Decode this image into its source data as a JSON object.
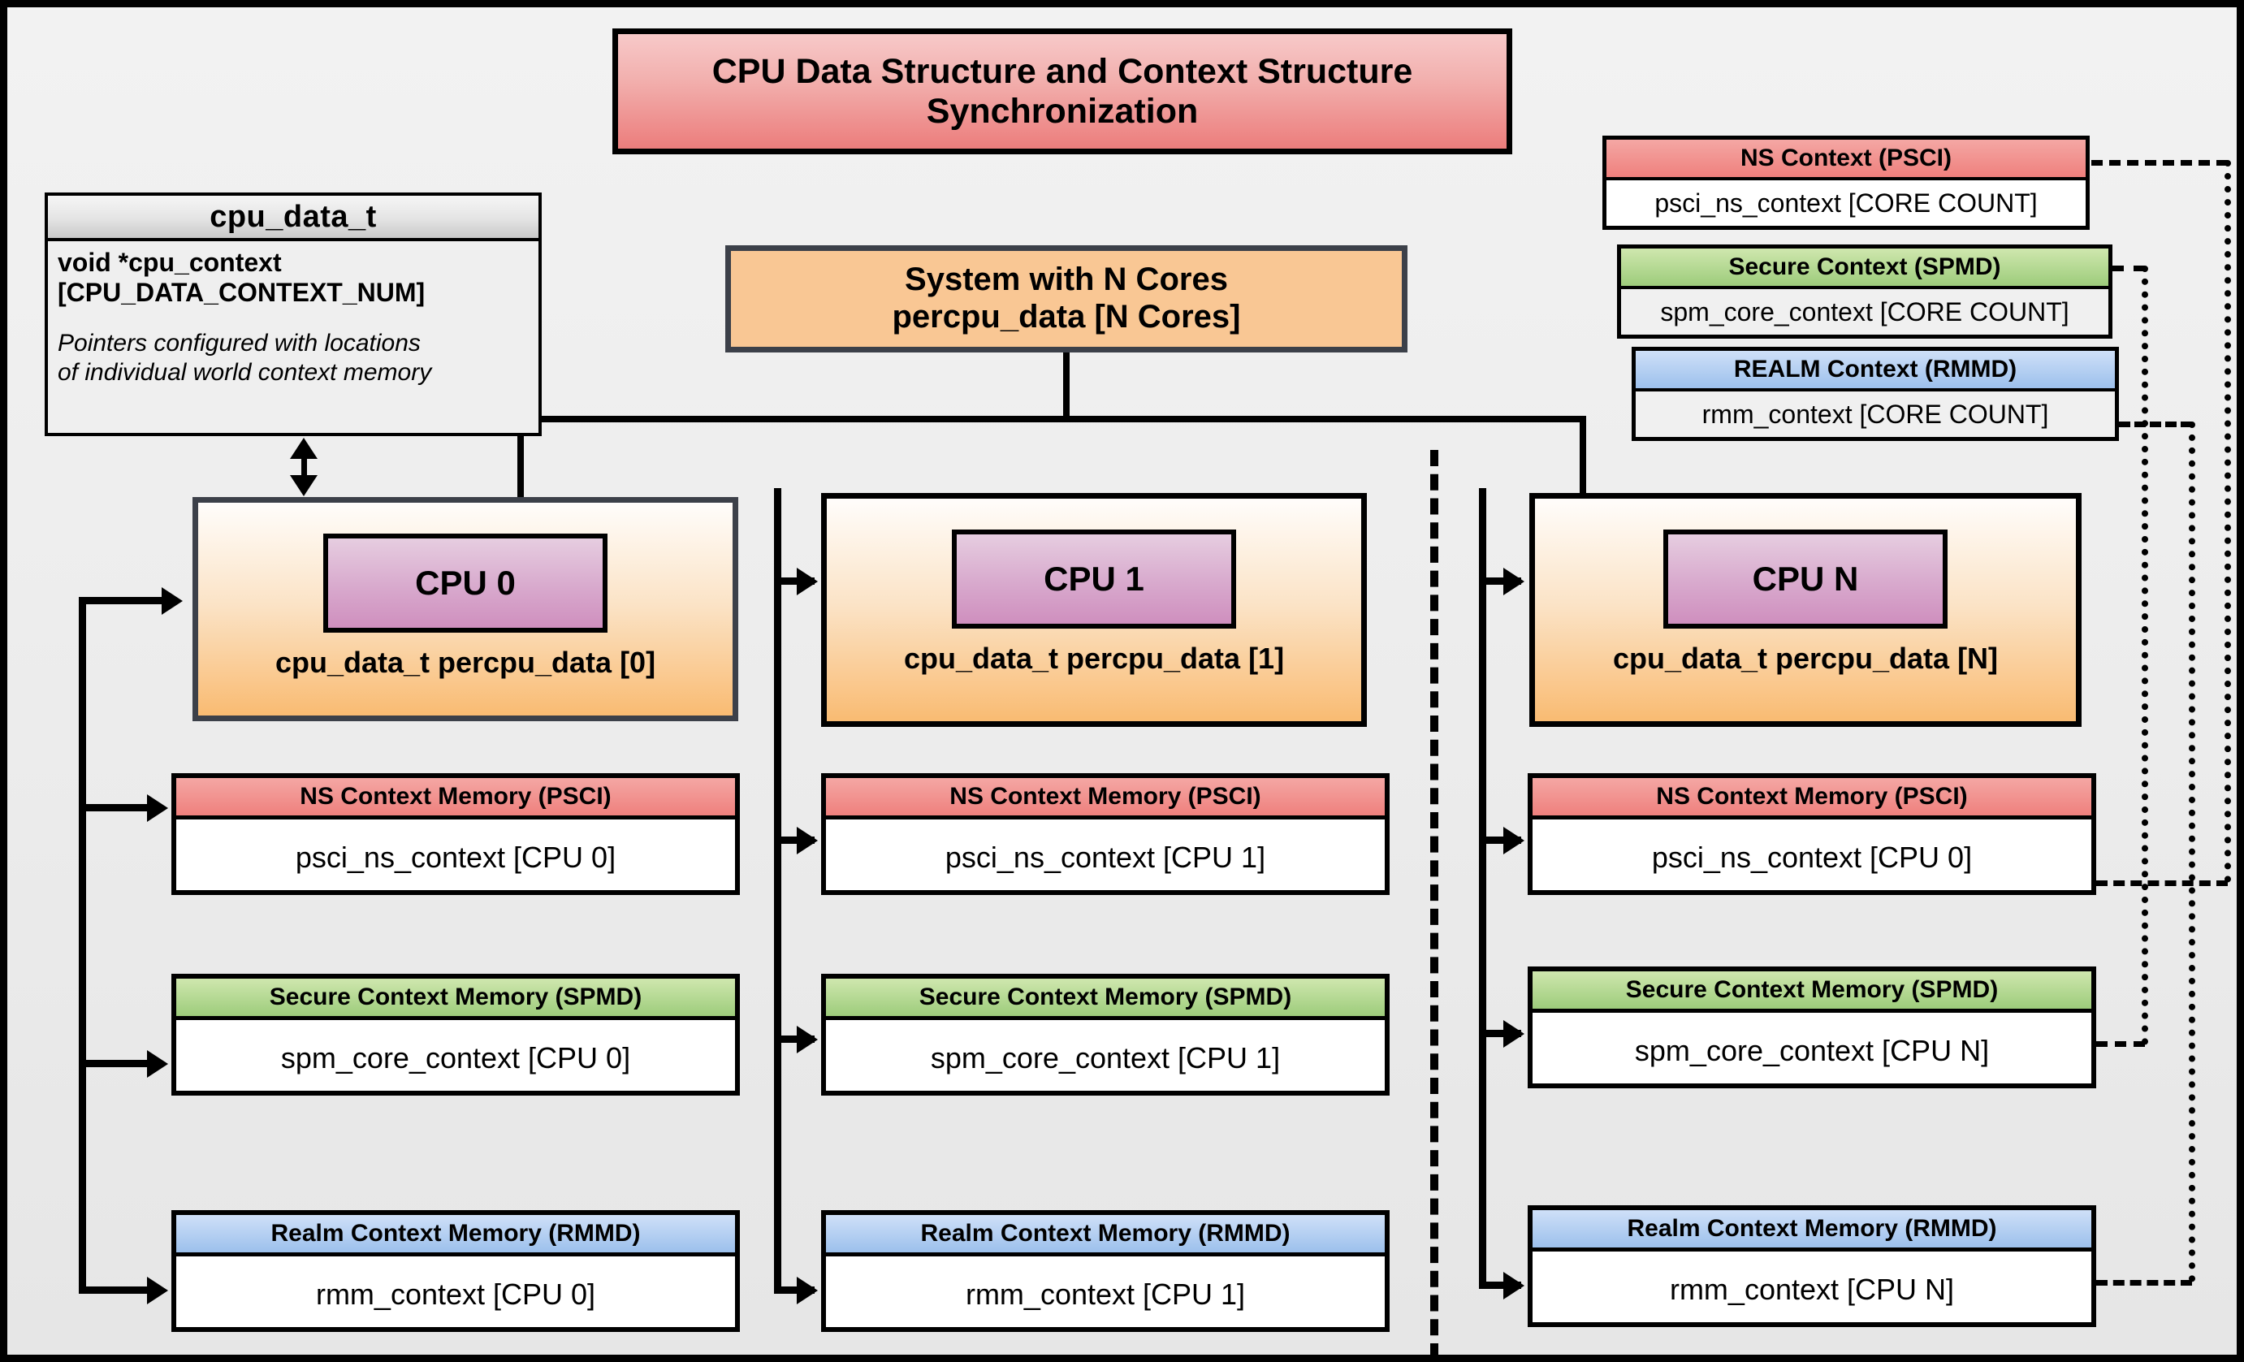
{
  "diagram": {
    "title": "CPU Data Structure and Context Structure Synchronization",
    "background_color": "#e9e9e9",
    "accent_colors": {
      "title": "#ec7d7c",
      "ns_psci": "#ef807d",
      "secure_spmd": "#9dcc7b",
      "realm_rmmd": "#9cc0ec",
      "cpu_block": "#f9bb72",
      "cpu_chip": "#cf8fbe",
      "system_box": "#f9c794"
    }
  },
  "cpu_data_t": {
    "header": "cpu_data_t",
    "field": "void  *cpu_context",
    "field_array": "[CPU_DATA_CONTEXT_NUM]",
    "note_line1": "Pointers configured with locations",
    "note_line2": "of individual world context memory"
  },
  "system": {
    "line1": "System with N Cores",
    "line2": "percpu_data [N Cores]"
  },
  "legend": [
    {
      "header": "NS Context  (PSCI)",
      "body": "psci_ns_context [CORE COUNT]"
    },
    {
      "header": "Secure Context (SPMD)",
      "body": "spm_core_context [CORE COUNT]"
    },
    {
      "header": "REALM Context (RMMD)",
      "body": "rmm_context [CORE COUNT]"
    }
  ],
  "cpus": [
    {
      "chip": "CPU 0",
      "label": "cpu_data_t percpu_data [0]",
      "memories": [
        {
          "header": "NS Context Memory (PSCI)",
          "body": "psci_ns_context [CPU 0]"
        },
        {
          "header": "Secure Context Memory (SPMD)",
          "body": "spm_core_context [CPU 0]"
        },
        {
          "header": "Realm Context Memory (RMMD)",
          "body": "rmm_context [CPU 0]"
        }
      ]
    },
    {
      "chip": "CPU 1",
      "label": "cpu_data_t percpu_data [1]",
      "memories": [
        {
          "header": "NS Context Memory (PSCI)",
          "body": "psci_ns_context [CPU 1]"
        },
        {
          "header": "Secure Context Memory (SPMD)",
          "body": "spm_core_context [CPU 1]"
        },
        {
          "header": "Realm Context Memory (RMMD)",
          "body": "rmm_context [CPU 1]"
        }
      ]
    },
    {
      "chip": "CPU N",
      "label": "cpu_data_t percpu_data [N]",
      "memories": [
        {
          "header": "NS Context Memory (PSCI)",
          "body": "psci_ns_context [CPU 0]"
        },
        {
          "header": "Secure Context Memory (SPMD)",
          "body": "spm_core_context [CPU N]"
        },
        {
          "header": "Realm Context Memory (RMMD)",
          "body": "rmm_context [CPU N]"
        }
      ]
    }
  ]
}
